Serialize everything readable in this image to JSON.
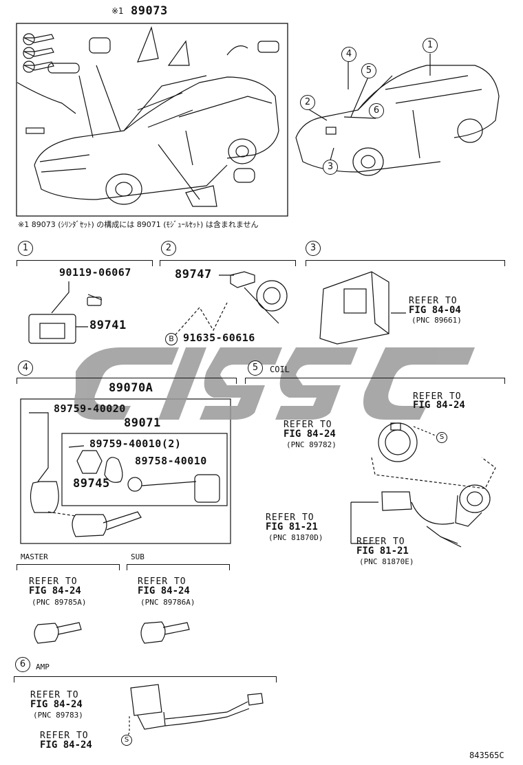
{
  "header": {
    "note_mark": "※1",
    "main_part": "89073",
    "footnote": "※1  89073 (ｼﾘﾝﾀﾞｾｯﾄ) の構成には 89071 (ﾓｼﾞｭｰﾙｾｯﾄ) は含まれません"
  },
  "callouts": [
    "1",
    "2",
    "3",
    "4",
    "5",
    "6"
  ],
  "section1": {
    "number": "1",
    "parts": [
      "90119-06067",
      "89741"
    ]
  },
  "section2": {
    "number": "2",
    "parts": [
      "89747",
      "91635-60616"
    ],
    "marker": "B"
  },
  "section3": {
    "number": "3",
    "refer_to": "REFER TO",
    "fig": "FIG 84-04",
    "pnc": "(PNC 89661)"
  },
  "section4": {
    "number": "4",
    "assembly": "89070A",
    "parts": [
      "89759-40020",
      "89071",
      "89759-40010(2)",
      "89758-40010",
      "89745"
    ],
    "master": {
      "label": "MASTER",
      "refer_to": "REFER TO",
      "fig": "FIG 84-24",
      "pnc": "(PNC 89785A)"
    },
    "sub": {
      "label": "SUB",
      "refer_to": "REFER TO",
      "fig": "FIG 84-24",
      "pnc": "(PNC 89786A)"
    }
  },
  "section5": {
    "number": "5",
    "label": "COIL",
    "refs": [
      {
        "refer_to": "REFER TO",
        "fig": "FIG 84-24",
        "pnc": ""
      },
      {
        "refer_to": "REFER TO",
        "fig": "FIG 84-24",
        "pnc": "(PNC 89782)"
      },
      {
        "refer_to": "REFER TO",
        "fig": "FIG 81-21",
        "pnc": "(PNC 81870D)"
      },
      {
        "refer_to": "REFER TO",
        "fig": "FIG 81-21",
        "pnc": "(PNC 81870E)"
      }
    ],
    "marker": "S"
  },
  "section6": {
    "number": "6",
    "label": "AMP",
    "refs": [
      {
        "refer_to": "REFER TO",
        "fig": "FIG 84-24",
        "pnc": "(PNC 89783)"
      },
      {
        "refer_to": "REFER TO",
        "fig": "FIG 84-24",
        "pnc": ""
      }
    ],
    "marker": "S"
  },
  "diagram_code": "843565C",
  "colors": {
    "ink": "#111111",
    "watermark": "#9a9a9a"
  }
}
